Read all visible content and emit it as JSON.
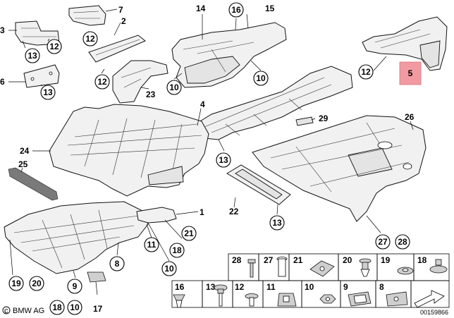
{
  "callouts": {
    "c1": "1",
    "c2": "2",
    "c3": "3",
    "c4": "4",
    "c5": "5",
    "c6": "6",
    "c7": "7",
    "c8": "8",
    "c9": "9",
    "c10": "10",
    "c11": "11",
    "c12": "12",
    "c13": "13",
    "c14": "14",
    "c15": "15",
    "c16": "16",
    "c17": "17",
    "c18": "18",
    "c19": "19",
    "c20": "20",
    "c21": "21",
    "c22": "22",
    "c23": "23",
    "c24": "24",
    "c25": "25",
    "c26": "26",
    "c27": "27",
    "c28": "28",
    "c29": "29"
  },
  "highlight": {
    "label": "5",
    "color": "#f29aa2"
  },
  "footer": {
    "brand": "BMW AG",
    "code": "00159866"
  }
}
